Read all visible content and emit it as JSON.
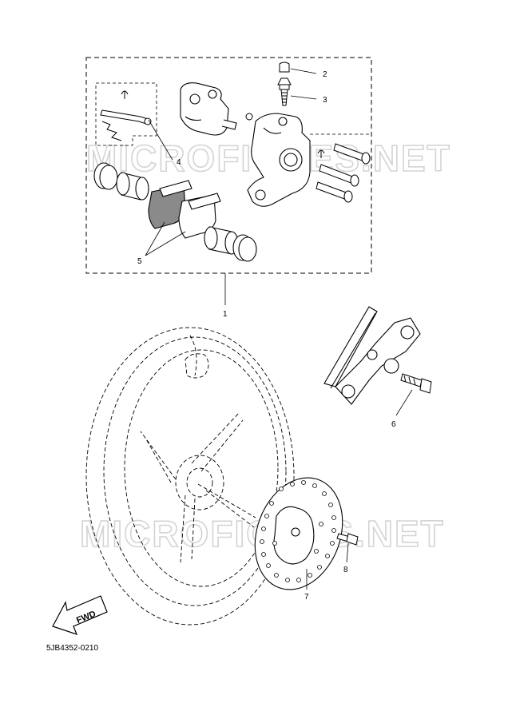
{
  "diagram": {
    "callouts": [
      "1",
      "2",
      "3",
      "4",
      "5",
      "6",
      "7",
      "8"
    ],
    "watermark": "MICROFICHES.NET",
    "fwd_label": "FWD",
    "diagram_code": "5JB4352-0210",
    "colors": {
      "line": "#000000",
      "pad": "#8a8a8a",
      "watermark": "#d4d4d4"
    }
  }
}
